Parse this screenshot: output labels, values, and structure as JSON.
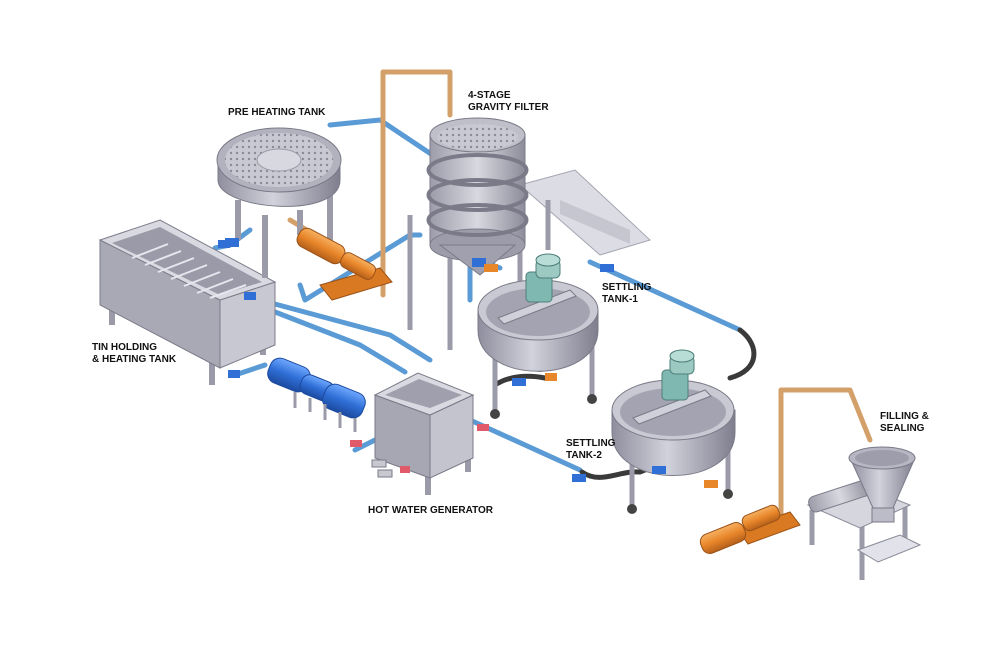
{
  "diagram": {
    "labels": {
      "pre_heating_tank": "PRE HEATING TANK",
      "gravity_filter_1": "4-STAGE",
      "gravity_filter_2": "GRAVITY FILTER",
      "settling_tank_1_a": "SETTLING",
      "settling_tank_1_b": "TANK-1",
      "tin_holding_1": "TIN HOLDING",
      "tin_holding_2": "& HEATING TANK",
      "settling_tank_2_a": "SETTLING",
      "settling_tank_2_b": "TANK-2",
      "filling_sealing_1": "FILLING &",
      "filling_sealing_2": "SEALING",
      "hot_water_generator": "HOT WATER GENERATOR"
    },
    "colors": {
      "steel": "#b8b8c4",
      "steel_dark": "#8e8e9c",
      "steel_light": "#dcdce4",
      "pipe_blue": "#5b9bd5",
      "pipe_copper": "#d4a06a",
      "pump_orange": "#e8862a",
      "motor_teal": "#7fb8b0",
      "heater_blue": "#2f6fd6",
      "hose_black": "#3a3a3a"
    }
  }
}
